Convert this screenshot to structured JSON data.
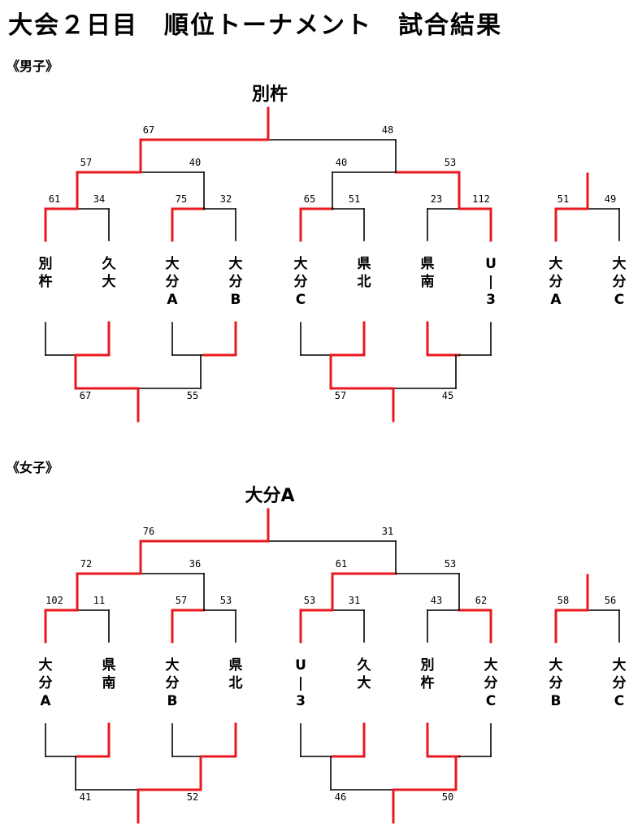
{
  "title": "大会２日目　順位トーナメント　試合結果",
  "colors": {
    "win": "#e8191e",
    "lose": "#000000"
  },
  "sections": [
    {
      "id": "boys",
      "label": "《男子》",
      "winner": "別杵",
      "teams": [
        [
          "別",
          "杵"
        ],
        [
          "久",
          "大"
        ],
        [
          "大",
          "分",
          "A"
        ],
        [
          "大",
          "分",
          "B"
        ],
        [
          "大",
          "分",
          "C"
        ],
        [
          "県",
          "北"
        ],
        [
          "県",
          "南"
        ],
        [
          "U",
          "|",
          "3"
        ]
      ],
      "first_round": [
        {
          "scores": [
            "61",
            "34"
          ],
          "winner": 0
        },
        {
          "scores": [
            "75",
            "32"
          ],
          "winner": 0
        },
        {
          "scores": [
            "65",
            "51"
          ],
          "winner": 0
        },
        {
          "scores": [
            "23",
            "112"
          ],
          "winner": 1
        }
      ],
      "semis": [
        {
          "scores": [
            "57",
            "40"
          ],
          "winner": 0
        },
        {
          "scores": [
            "40",
            "53"
          ],
          "winner": 1
        }
      ],
      "final": {
        "scores": [
          "67",
          "48"
        ],
        "winner": 0
      },
      "losers_round": [
        {
          "scores": [
            "67",
            "55"
          ],
          "winner": 0
        },
        {
          "scores": [
            "57",
            "45"
          ],
          "winner": 0
        }
      ],
      "extra": {
        "teams": [
          [
            "大",
            "分",
            "A"
          ],
          [
            "大",
            "分",
            "C"
          ]
        ],
        "scores": [
          "51",
          "49"
        ],
        "winner": 0
      }
    },
    {
      "id": "girls",
      "label": "《女子》",
      "winner": "大分A",
      "teams": [
        [
          "大",
          "分",
          "A"
        ],
        [
          "県",
          "南"
        ],
        [
          "大",
          "分",
          "B"
        ],
        [
          "県",
          "北"
        ],
        [
          "U",
          "|",
          "3"
        ],
        [
          "久",
          "大"
        ],
        [
          "別",
          "杵"
        ],
        [
          "大",
          "分",
          "C"
        ]
      ],
      "first_round": [
        {
          "scores": [
            "102",
            "11"
          ],
          "winner": 0
        },
        {
          "scores": [
            "57",
            "53"
          ],
          "winner": 0
        },
        {
          "scores": [
            "53",
            "31"
          ],
          "winner": 0
        },
        {
          "scores": [
            "43",
            "62"
          ],
          "winner": 1
        }
      ],
      "semis": [
        {
          "scores": [
            "72",
            "36"
          ],
          "winner": 0
        },
        {
          "scores": [
            "61",
            "53"
          ],
          "winner": 0
        }
      ],
      "final": {
        "scores": [
          "76",
          "31"
        ],
        "winner": 0
      },
      "losers_round": [
        {
          "scores": [
            "41",
            "52"
          ],
          "winner": 1
        },
        {
          "scores": [
            "46",
            "50"
          ],
          "winner": 1
        }
      ],
      "extra": {
        "teams": [
          [
            "大",
            "分",
            "B"
          ],
          [
            "大",
            "分",
            "C"
          ]
        ],
        "scores": [
          "58",
          "56"
        ],
        "winner": 0
      }
    }
  ]
}
